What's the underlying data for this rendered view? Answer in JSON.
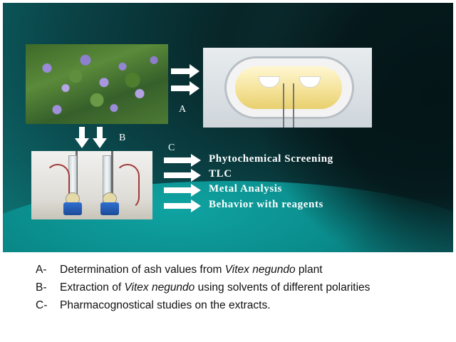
{
  "slide": {
    "labels": {
      "a": "A",
      "b": "B",
      "c": "C"
    },
    "studies": [
      "Phytochemical Screening",
      "TLC",
      "Metal Analysis",
      "Behavior with reagents"
    ],
    "colors": {
      "background": "#0a4448",
      "accent": "#0fa3a1",
      "text": "#ffffff"
    }
  },
  "caption": [
    {
      "key": "A-",
      "before": "Determination of ash values from ",
      "italic": "Vitex negundo",
      "after": " plant"
    },
    {
      "key": "B-",
      "before": "Extraction of ",
      "italic": "Vitex negundo",
      "after": " using solvents of different polarities"
    },
    {
      "key": "C-",
      "before": "Pharmacognostical studies on the extracts.",
      "italic": "",
      "after": ""
    }
  ]
}
